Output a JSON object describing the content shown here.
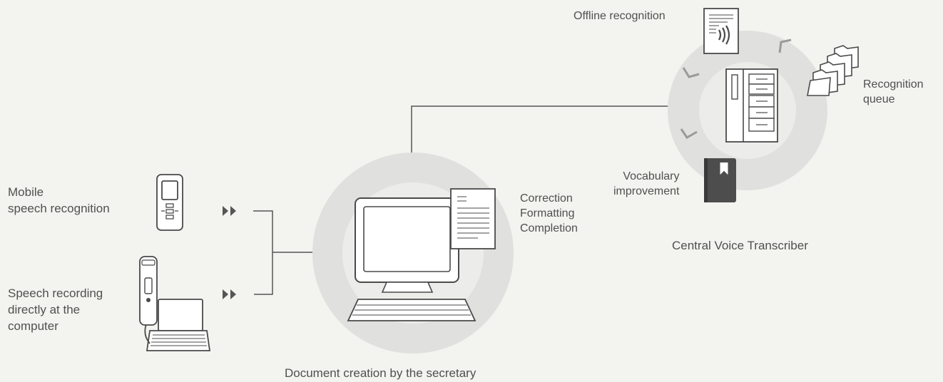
{
  "labels": {
    "mobile": [
      "Mobile",
      "speech recognition"
    ],
    "recording": [
      "Speech recording",
      "directly at the",
      "computer"
    ],
    "workstation_tasks": [
      "Correction",
      "Formatting",
      "Completion"
    ],
    "workstation_caption": "Document creation by the secretary",
    "offline": "Offline recognition",
    "queue": [
      "Recognition",
      "queue"
    ],
    "vocabulary": [
      "Vocabulary",
      "improvement"
    ],
    "server_caption": "Central Voice Transcriber"
  },
  "colors": {
    "background": "#f3f3ef",
    "ring_outer": "#e0e0de",
    "ring_inner": "#ececea",
    "stroke": "#4a4a4a",
    "line": "#555555",
    "book": "#4d4d4d",
    "chevron": "#9a9a9a"
  },
  "icons": [
    "phone-recorder-icon",
    "dictation-microphone-icon",
    "laptop-icon",
    "play-arrows-icon",
    "monitor-icon",
    "keyboard-icon",
    "document-icon",
    "sound-document-icon",
    "server-cabinet-icon",
    "folder-stack-icon",
    "book-icon",
    "cycle-chevron-icon"
  ]
}
